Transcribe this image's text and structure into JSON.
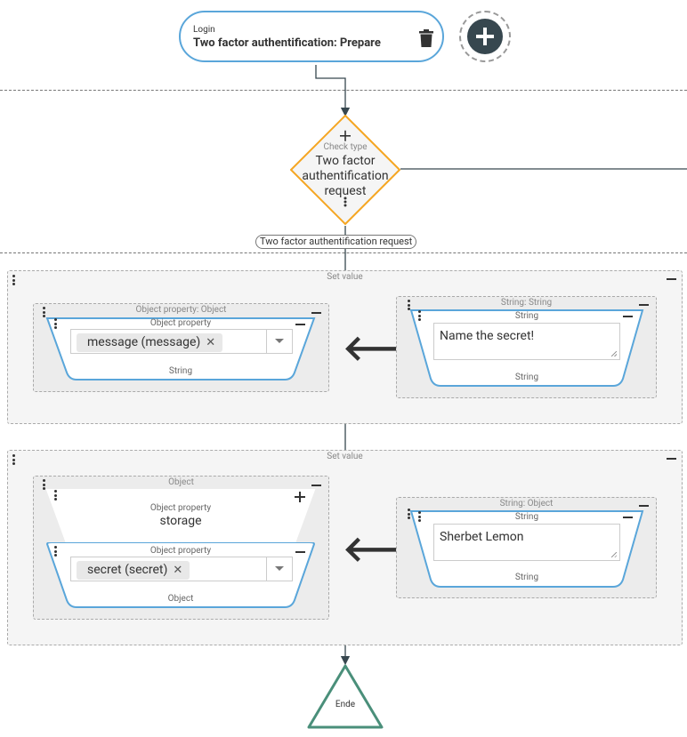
{
  "start_node": {
    "subtitle": "Login",
    "title": "Two factor authentification: Prepare"
  },
  "decision": {
    "label": "Check type",
    "title_line1": "Two factor",
    "title_line2": "authentification",
    "title_line3": "request"
  },
  "branch_label": "Two factor authentification request",
  "set_value_1": {
    "title": "Set value",
    "left": {
      "title": "Object property: Object",
      "node_label": "Object property",
      "chip": "message (message)",
      "chip_x": "✕",
      "type": "String"
    },
    "right": {
      "title": "String: String",
      "node_label": "String",
      "value": "Name the secret!",
      "type": "String"
    }
  },
  "set_value_2": {
    "title": "Set value",
    "left": {
      "title": "Object",
      "top_label": "Object property",
      "top_value": "storage",
      "node_label": "Object property",
      "chip": "secret (secret)",
      "chip_x": "✕",
      "type": "Object"
    },
    "right": {
      "title": "String: Object",
      "node_label": "String",
      "value": "Sherbet Lemon",
      "type": "String"
    }
  },
  "end_node": {
    "label": "Ende"
  },
  "colors": {
    "blue": "#5aa6da",
    "orange": "#f5a623",
    "green": "#4a8f7a",
    "dark": "#37474f"
  }
}
